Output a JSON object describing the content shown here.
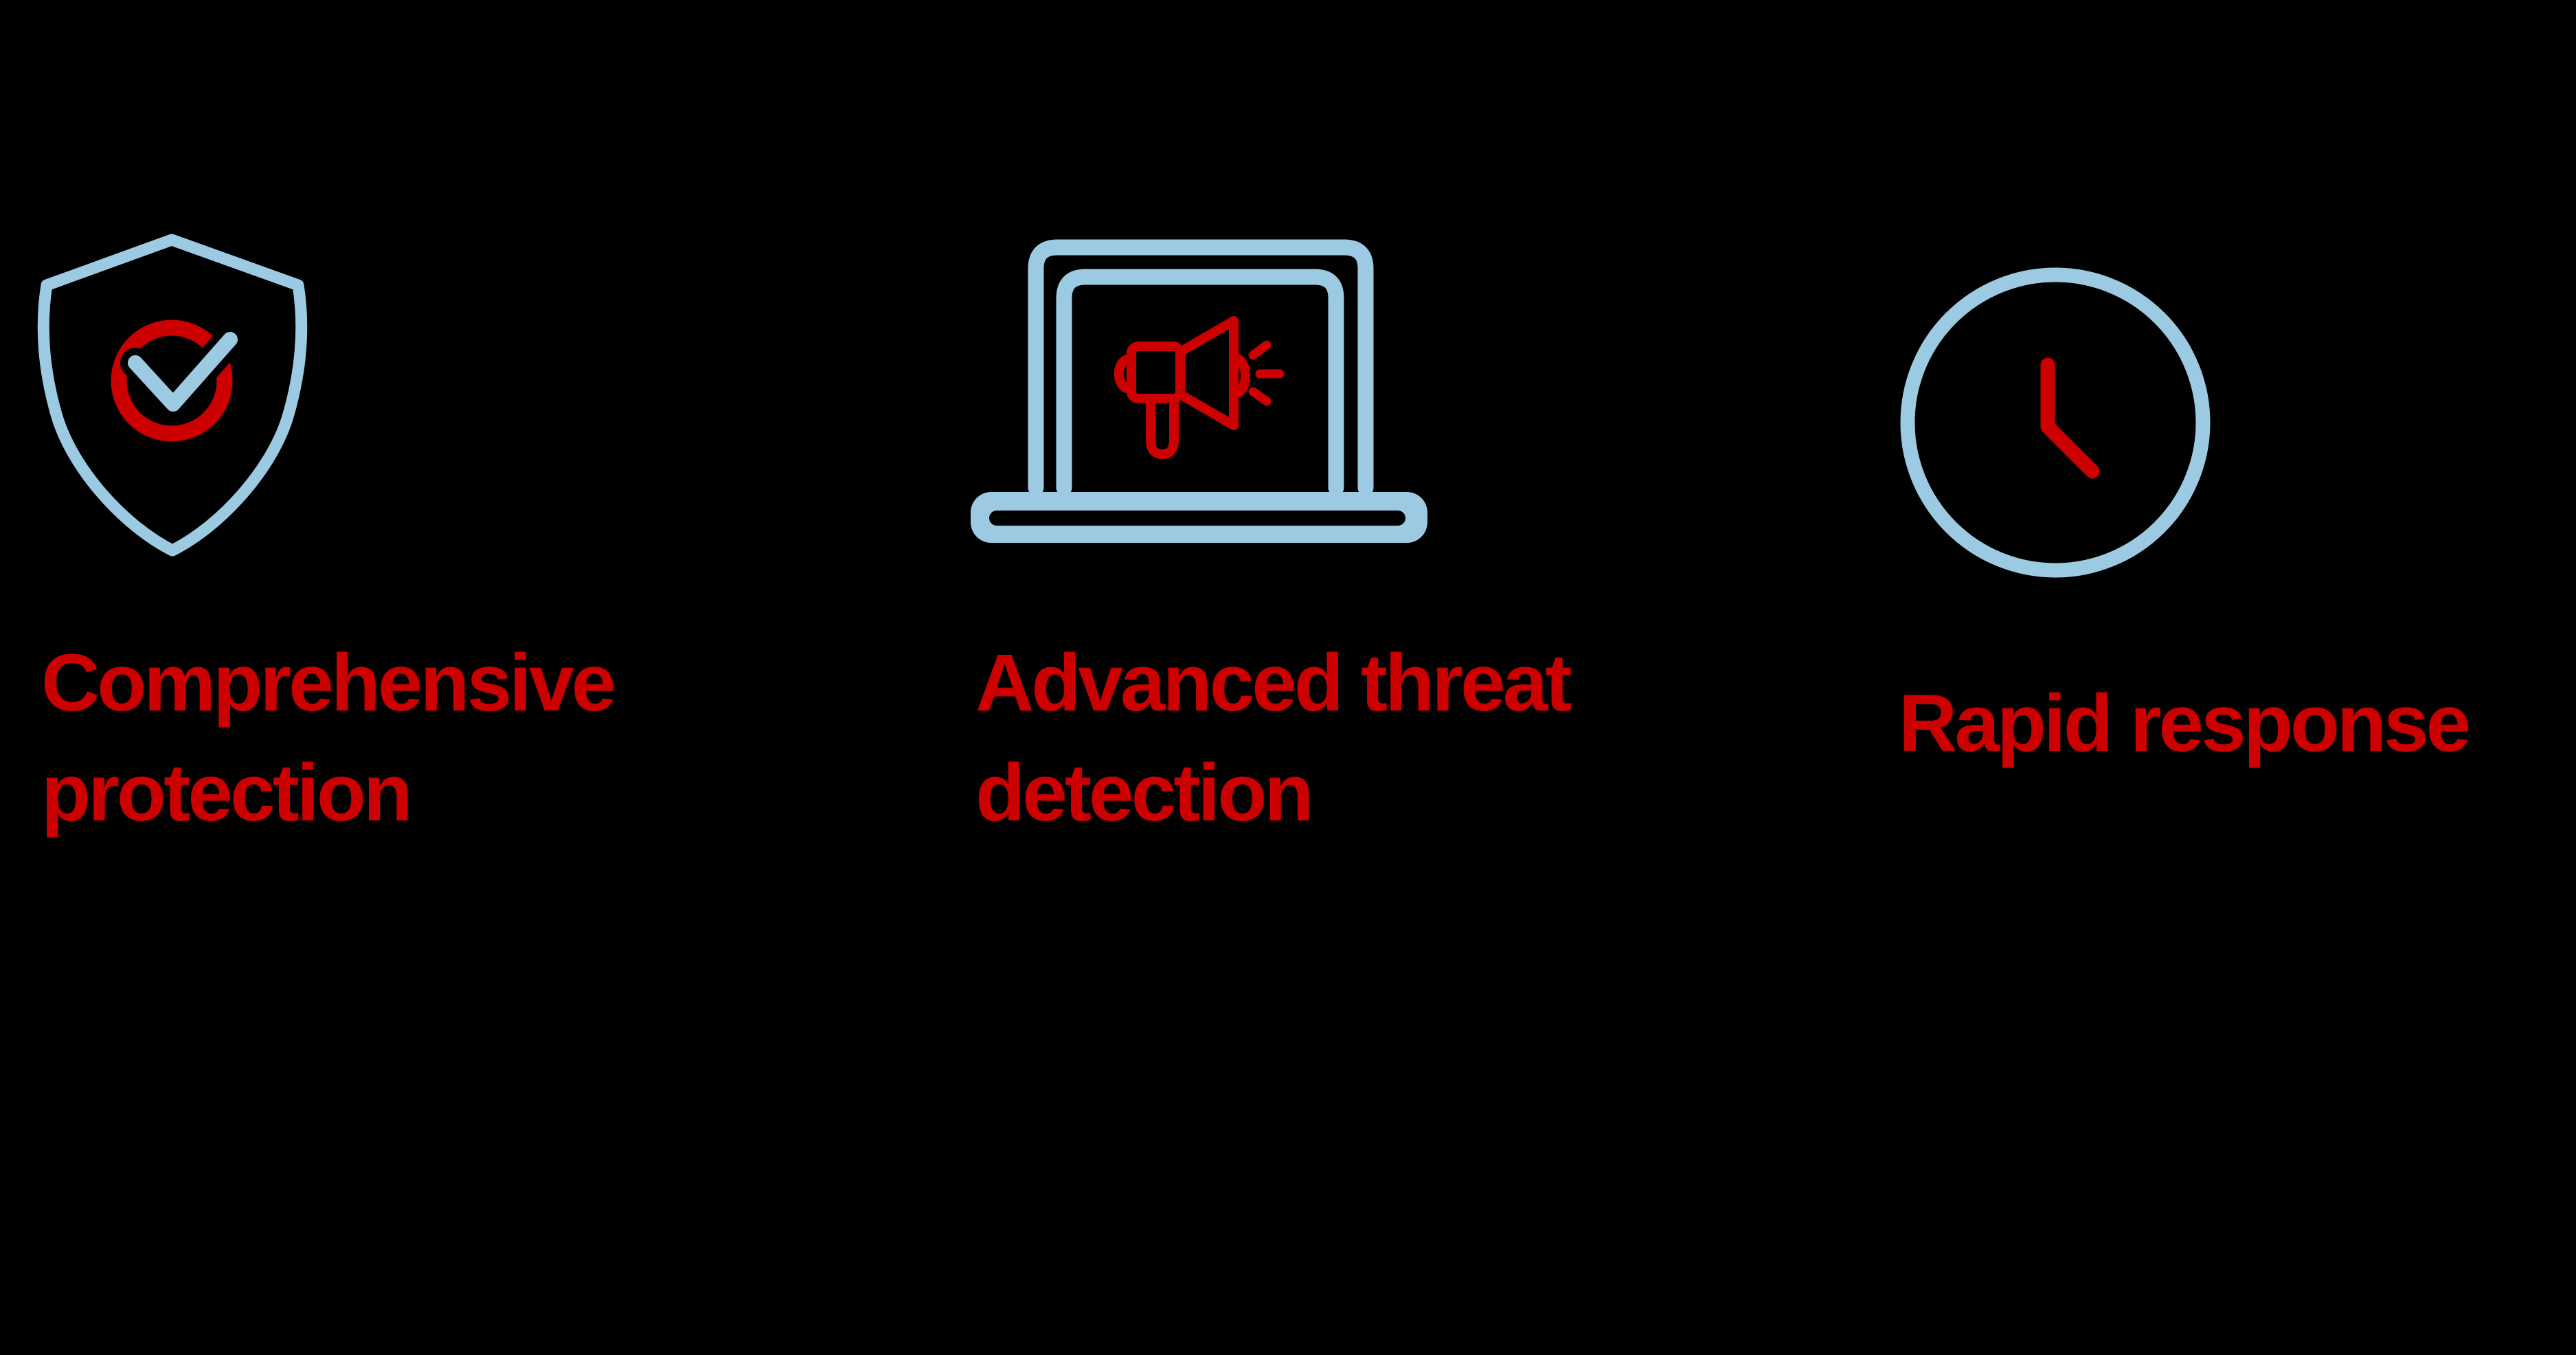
{
  "palette": {
    "background": "#000000",
    "icon_blue": "#9DCAE3",
    "accent_red": "#CC0000"
  },
  "features": [
    {
      "id": "comprehensive-protection",
      "icon": "shield-check-icon",
      "label": "Comprehensive protection",
      "label_lines": [
        "Comprehensive",
        "protection"
      ]
    },
    {
      "id": "advanced-threat-detection",
      "icon": "laptop-announcement-icon",
      "label": "Advanced threat detection",
      "label_lines": [
        "Advanced threat",
        "detection"
      ]
    },
    {
      "id": "rapid-response",
      "icon": "clock-icon",
      "label": "Rapid response",
      "label_lines": [
        "Rapid response"
      ]
    }
  ]
}
